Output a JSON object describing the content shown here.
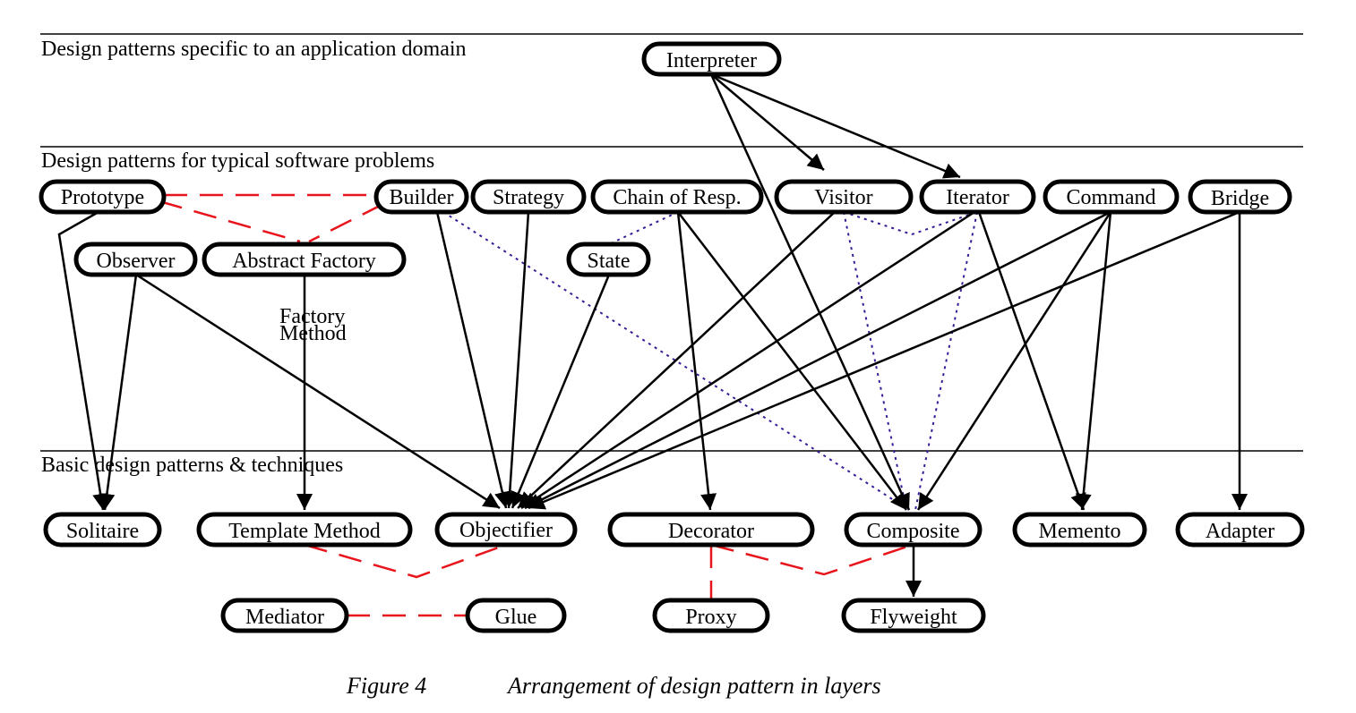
{
  "layers": [
    {
      "id": "domain",
      "label": "Design patterns specific to an application domain"
    },
    {
      "id": "typical",
      "label": "Design patterns for typical software problems"
    },
    {
      "id": "basic",
      "label": "Basic design patterns & techniques"
    }
  ],
  "nodes": [
    {
      "id": "interpreter",
      "label": "Interpreter"
    },
    {
      "id": "prototype",
      "label": "Prototype"
    },
    {
      "id": "builder",
      "label": "Builder"
    },
    {
      "id": "strategy",
      "label": "Strategy"
    },
    {
      "id": "chain",
      "label": "Chain of Resp."
    },
    {
      "id": "visitor",
      "label": "Visitor"
    },
    {
      "id": "iterator",
      "label": "Iterator"
    },
    {
      "id": "command",
      "label": "Command"
    },
    {
      "id": "bridge",
      "label": "Bridge"
    },
    {
      "id": "observer",
      "label": "Observer"
    },
    {
      "id": "abstract_factory",
      "label": "Abstract Factory"
    },
    {
      "id": "state",
      "label": "State"
    },
    {
      "id": "solitaire",
      "label": "Solitaire"
    },
    {
      "id": "template_method",
      "label": "Template Method"
    },
    {
      "id": "objectifier",
      "label": "Objectifier"
    },
    {
      "id": "decorator",
      "label": "Decorator"
    },
    {
      "id": "composite",
      "label": "Composite"
    },
    {
      "id": "memento",
      "label": "Memento"
    },
    {
      "id": "adapter",
      "label": "Adapter"
    },
    {
      "id": "mediator",
      "label": "Mediator"
    },
    {
      "id": "glue",
      "label": "Glue"
    },
    {
      "id": "proxy",
      "label": "Proxy"
    },
    {
      "id": "flyweight",
      "label": "Flyweight"
    }
  ],
  "annotation": {
    "line1": "Factory",
    "line2": "Method"
  },
  "caption": {
    "figure": "Figure 4",
    "title": "Arrangement of design pattern in layers"
  },
  "colors": {
    "uses": "#000000",
    "similar": "#e8141b",
    "related": "#3a1b96"
  },
  "edges": {
    "uses": [
      [
        "interpreter",
        "visitor"
      ],
      [
        "interpreter",
        "iterator"
      ],
      [
        "interpreter",
        "composite"
      ],
      [
        "prototype",
        "solitaire"
      ],
      [
        "observer",
        "solitaire"
      ],
      [
        "observer",
        "objectifier"
      ],
      [
        "abstract_factory",
        "template_method"
      ],
      [
        "builder",
        "objectifier"
      ],
      [
        "strategy",
        "objectifier"
      ],
      [
        "state",
        "objectifier"
      ],
      [
        "chain",
        "decorator"
      ],
      [
        "chain",
        "composite"
      ],
      [
        "visitor",
        "objectifier"
      ],
      [
        "iterator",
        "objectifier"
      ],
      [
        "iterator",
        "memento"
      ],
      [
        "command",
        "objectifier"
      ],
      [
        "command",
        "memento"
      ],
      [
        "command",
        "composite"
      ],
      [
        "bridge",
        "objectifier"
      ],
      [
        "bridge",
        "adapter"
      ],
      [
        "composite",
        "flyweight"
      ]
    ],
    "similar": [
      [
        "prototype",
        "builder"
      ],
      [
        "prototype",
        "abstract_factory"
      ],
      [
        "builder",
        "abstract_factory"
      ],
      [
        "template_method",
        "objectifier"
      ],
      [
        "mediator",
        "glue"
      ],
      [
        "decorator",
        "proxy"
      ],
      [
        "decorator",
        "composite"
      ]
    ],
    "related": [
      [
        "chain",
        "state"
      ],
      [
        "builder",
        "composite"
      ],
      [
        "visitor",
        "composite"
      ],
      [
        "iterator",
        "composite"
      ],
      [
        "visitor",
        "iterator"
      ]
    ]
  }
}
